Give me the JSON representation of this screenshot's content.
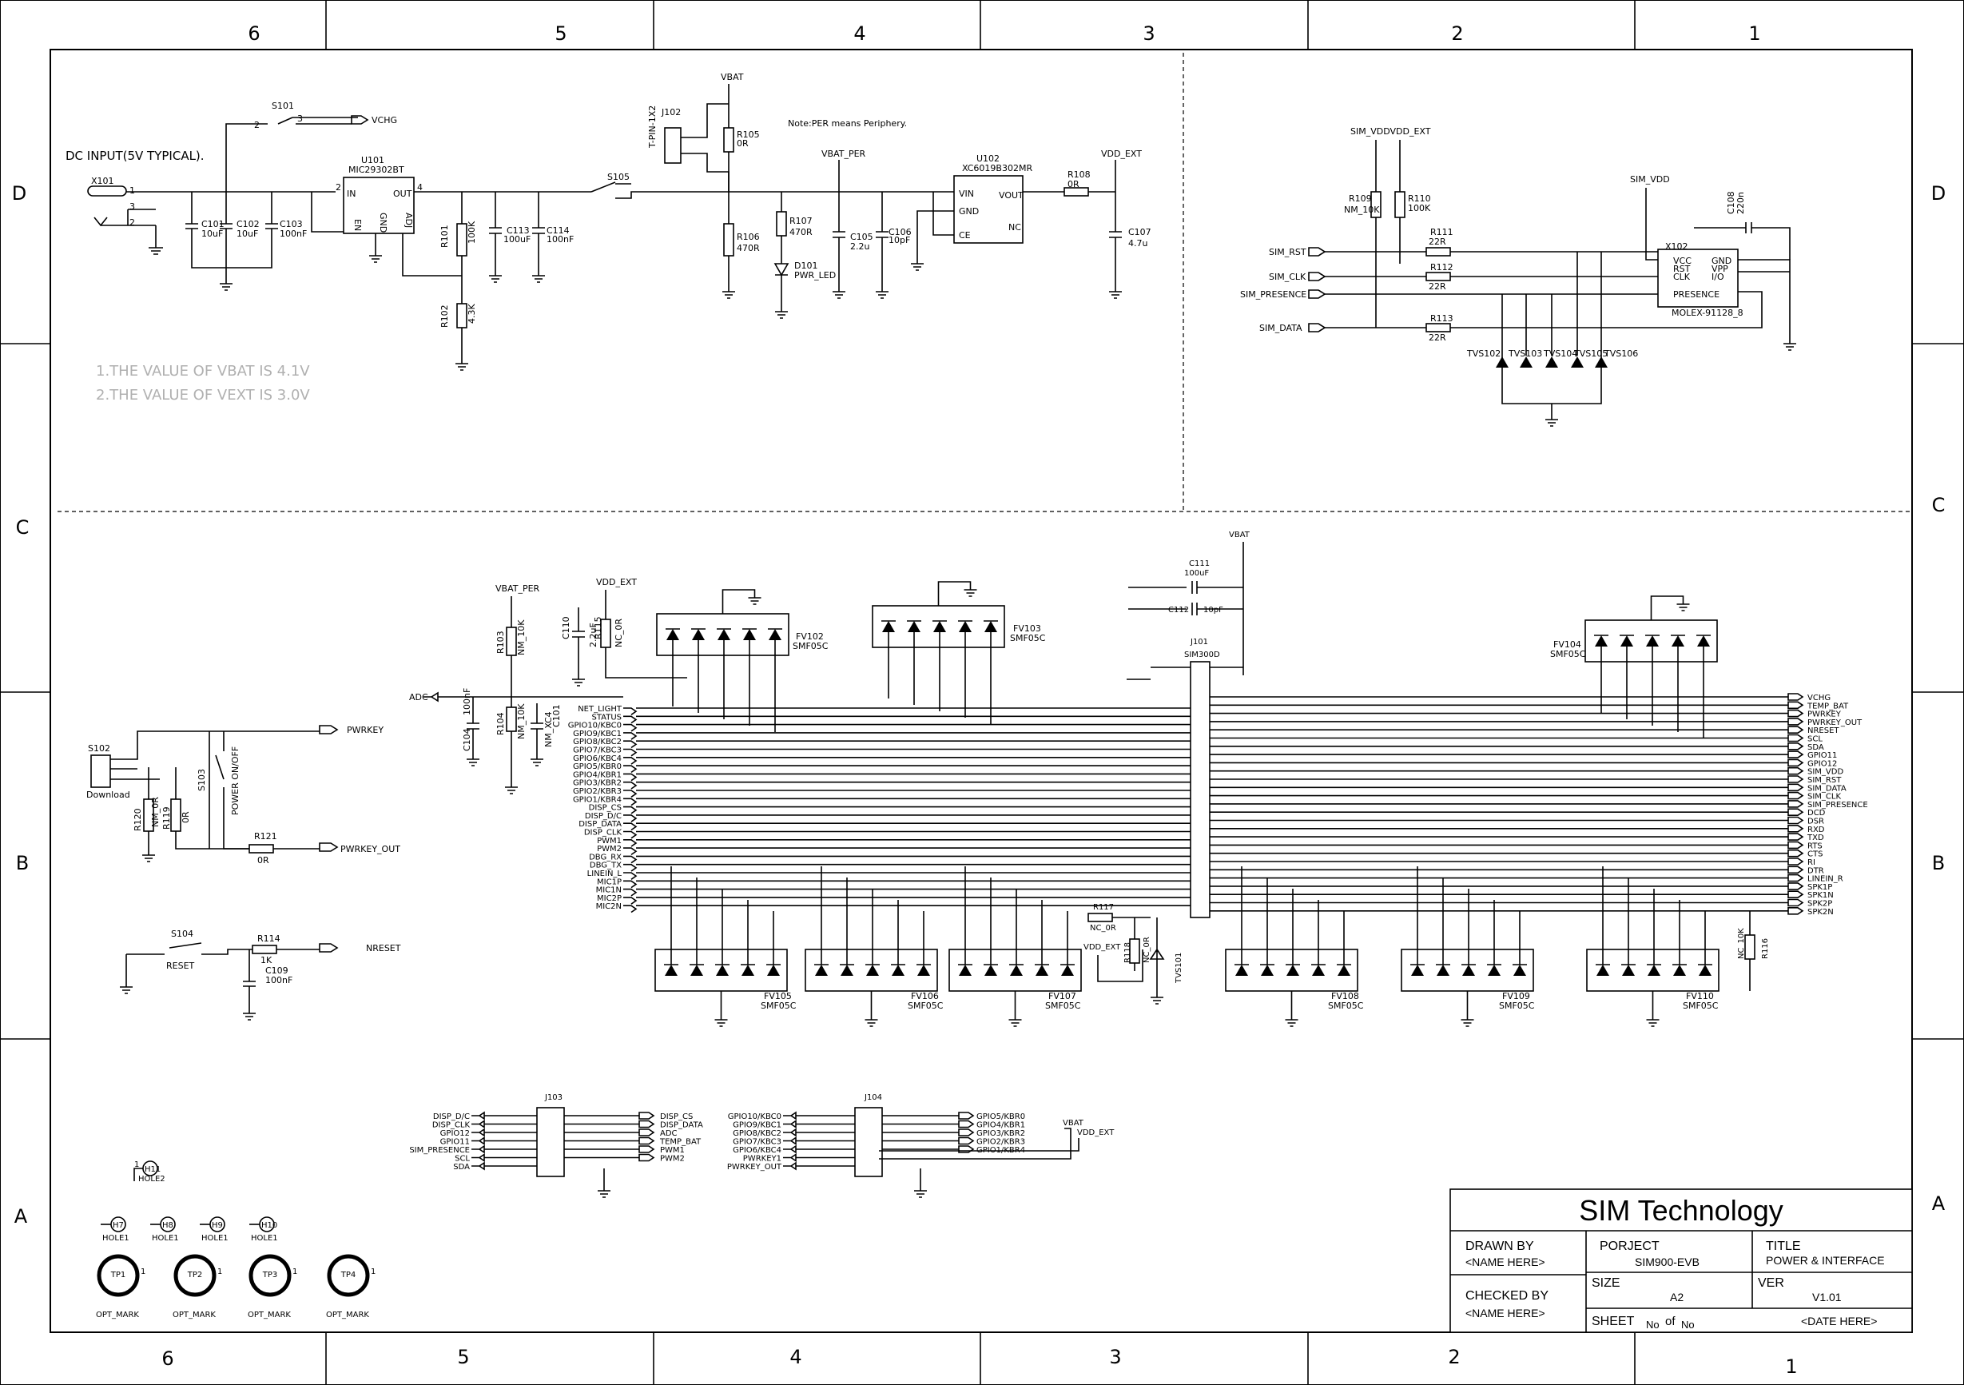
{
  "zones": {
    "top": [
      "6",
      "5",
      "4",
      "3",
      "2",
      "1"
    ],
    "bottom": [
      "6",
      "5",
      "4",
      "3",
      "2",
      "1"
    ],
    "left": [
      "D",
      "C",
      "B",
      "A"
    ],
    "right": [
      "D",
      "C",
      "B",
      "A"
    ]
  },
  "notes": {
    "dc_input": "DC INPUT(5V TYPICAL).",
    "per_note": "Note:PER means Periphery.",
    "vbat_value": "1.THE VALUE OF VBAT IS 4.1V",
    "vext_value": "2.THE VALUE OF VEXT IS 3.0V"
  },
  "nets": {
    "vchg": "VCHG",
    "vbat": "VBAT",
    "vbat_per": "VBAT_PER",
    "vdd_ext": "VDD_EXT",
    "sim_vdd_vdd_ext": "SIM_VDDVDD_EXT",
    "sim_vdd": "SIM_VDD",
    "adc": "ADC",
    "pwrkey": "PWRKEY",
    "pwrkey_out": "PWRKEY_OUT",
    "nreset": "NRESET",
    "sim_rst": "SIM_RST",
    "sim_clk": "SIM_CLK",
    "sim_presence": "SIM_PRESENCE",
    "sim_data": "SIM_DATA"
  },
  "parts": {
    "x101": "X101",
    "s101": "S101",
    "u101": "U101",
    "u101_val": "MIC29302BT",
    "c101": "C101",
    "c101_val": "10uF",
    "c102": "C102",
    "c102_val": "10uF",
    "c103": "C103",
    "c103_val": "100nF",
    "r101": "R101",
    "r101_val": "100K",
    "r102": "R102",
    "r102_val": "4.3K",
    "c113": "C113",
    "c113_val": "100uF",
    "c114": "C114",
    "c114_val": "100nF",
    "s105": "S105",
    "j102": "J102",
    "j102_val": "T-PIN-1X2",
    "r105": "R105",
    "r105_val": "0R",
    "r106": "R106",
    "r106_val": "470R",
    "r107": "R107",
    "r107_val": "470R",
    "d101": "D101",
    "d101_val": "PWR_LED",
    "c105": "C105",
    "c105_val": "2.2u",
    "c106": "C106",
    "c106_val": "10pF",
    "u102": "U102",
    "u102_val": "XC6019B302MR",
    "r108": "R108",
    "r108_val": "0R",
    "c107": "C107",
    "c107_val": "4.7u",
    "r109": "R109",
    "r109_val": "NM_10K",
    "r110": "R110",
    "r110_val": "100K",
    "r111": "R111",
    "r111_val": "22R",
    "r112": "R112",
    "r112_val": "22R",
    "r113": "R113",
    "r113_val": "22R",
    "x102": "X102",
    "x102_val": "MOLEX-91128_8",
    "c108": "C108",
    "c108_val": "220n",
    "tvs": [
      "TVS102",
      "TVS103",
      "TVS104",
      "TVS105",
      "TVS106"
    ],
    "s102": "S102",
    "s102_val": "Download",
    "s103": "S103",
    "s103_val": "POWER ON/OFF",
    "r120": "R120",
    "r120_val": "NM_0R",
    "r119": "R119",
    "r119_val": "0R",
    "r121": "R121",
    "r121_val": "0R",
    "s104": "S104",
    "s104_val": "RESET",
    "r114": "R114",
    "r114_val": "1K",
    "c109": "C109",
    "c109_val": "100nF",
    "r103": "R103",
    "r103_val": "NM_10K",
    "r104": "R104",
    "r104_val": "NM_10K",
    "c104": "C104",
    "c104_val": "100nF",
    "c110": "C110",
    "c110_val": "2.2uF",
    "r115": "R115",
    "r115_val": "NC_0R",
    "c4": "NM_XC4",
    "c4b": "C101",
    "c111": "C111",
    "c111_val": "100uF",
    "c112": "C112",
    "c112_val": "10pF",
    "j101": "J101",
    "j101_val": "SIM300D",
    "r117": "R117",
    "r117_val": "NC_0R",
    "r118": "R118",
    "r118_val": "NC_0R",
    "tvs101": "TVS101",
    "r116": "R116",
    "r116_val": "NC_10K",
    "j103": "J103",
    "j104": "J104",
    "fv102": "FV102",
    "fv103": "FV103",
    "fv104": "FV104",
    "fv105": "FV105",
    "fv106": "FV106",
    "fv107": "FV107",
    "fv108": "FV108",
    "fv109": "FV109",
    "fv110": "FV110",
    "smf": "SMF05C"
  },
  "u101_pins": {
    "in": "IN",
    "out": "OUT",
    "en": "EN",
    "gnd": "GND",
    "adj": "ADJ"
  },
  "u102_pins": {
    "vin": "VIN",
    "gnd": "GND",
    "ce": "CE",
    "vout": "VOUT",
    "nc": "NC"
  },
  "x102_pins": {
    "vcc": "VCC",
    "rst": "RST",
    "clk": "CLK",
    "presence": "PRESENCE",
    "gnd": "GND",
    "vpp": "VPP",
    "io": "I/O"
  },
  "j101_left": [
    "NET_LIGHT",
    "STATUS",
    "GPIO10/KBC0",
    "GPIO9/KBC1",
    "GPIO8/KBC2",
    "GPIO7/KBC3",
    "GPIO6/KBC4",
    "GPIO5/KBR0",
    "GPIO4/KBR1",
    "GPIO3/KBR2",
    "GPIO2/KBR3",
    "GPIO1/KBR4",
    "DISP_CS",
    "DISP_D/C",
    "DISP_DATA",
    "DISP_CLK",
    "PWM1",
    "PWM2",
    "DBG_RX",
    "DBG_TX",
    "LINEIN_L",
    "MIC1P",
    "MIC1N",
    "MIC2P",
    "MIC2N"
  ],
  "j101_right": [
    "VCHG",
    "TEMP_BAT",
    "PWRKEY",
    "PWRKEY_OUT",
    "NRESET",
    "SCL",
    "SDA",
    "GPIO11",
    "GPIO12",
    "SIM_VDD",
    "SIM_RST",
    "SIM_DATA",
    "SIM_CLK",
    "SIM_PRESENCE",
    "DCD",
    "DSR",
    "RXD",
    "TXD",
    "RTS",
    "CTS",
    "RI",
    "DTR",
    "LINEIN_R",
    "SPK1P",
    "SPK1N",
    "SPK2P",
    "SPK2N"
  ],
  "j103_left": [
    "DISP_D/C",
    "DISP_CLK",
    "GPIO12",
    "GPIO11",
    "SIM_PRESENCE",
    "SCL",
    "SDA"
  ],
  "j103_right": [
    "DISP_CS",
    "DISP_DATA",
    "ADC",
    "TEMP_BAT",
    "PWM1",
    "PWM2"
  ],
  "j104_left": [
    "GPIO10/KBC0",
    "GPIO9/KBC1",
    "GPIO8/KBC2",
    "GPIO7/KBC3",
    "GPIO6/KBC4",
    "PWRKEY1",
    "PWRKEY_OUT"
  ],
  "j104_right": [
    "GPIO5/KBR0",
    "GPIO4/KBR1",
    "GPIO3/KBR2",
    "GPIO2/KBR3",
    "GPIO1/KBR4"
  ],
  "holes": {
    "h11": "H11",
    "hole2": "HOLE2",
    "h7": "H7",
    "h8": "H8",
    "h9": "H9",
    "h10": "H10",
    "hole1": "HOLE1",
    "tp": [
      "TP1",
      "TP2",
      "TP3",
      "TP4"
    ],
    "opt_mark": "OPT_MARK"
  },
  "title_block": {
    "company": "SIM Technology",
    "drawn_by_label": "DRAWN BY",
    "drawn_by": "<NAME HERE>",
    "project_label": "PORJECT",
    "project": "SIM900-EVB",
    "title_label": "TITLE",
    "title": "POWER & INTERFACE",
    "checked_by_label": "CHECKED BY",
    "checked_by": "<NAME HERE>",
    "size_label": "SIZE",
    "size": "A2",
    "ver_label": "VER",
    "ver": "V1.01",
    "sheet_label": "SHEET",
    "sheet_no": "No",
    "sheet_of": "of",
    "sheet_total": "No",
    "date": "<DATE HERE>"
  }
}
